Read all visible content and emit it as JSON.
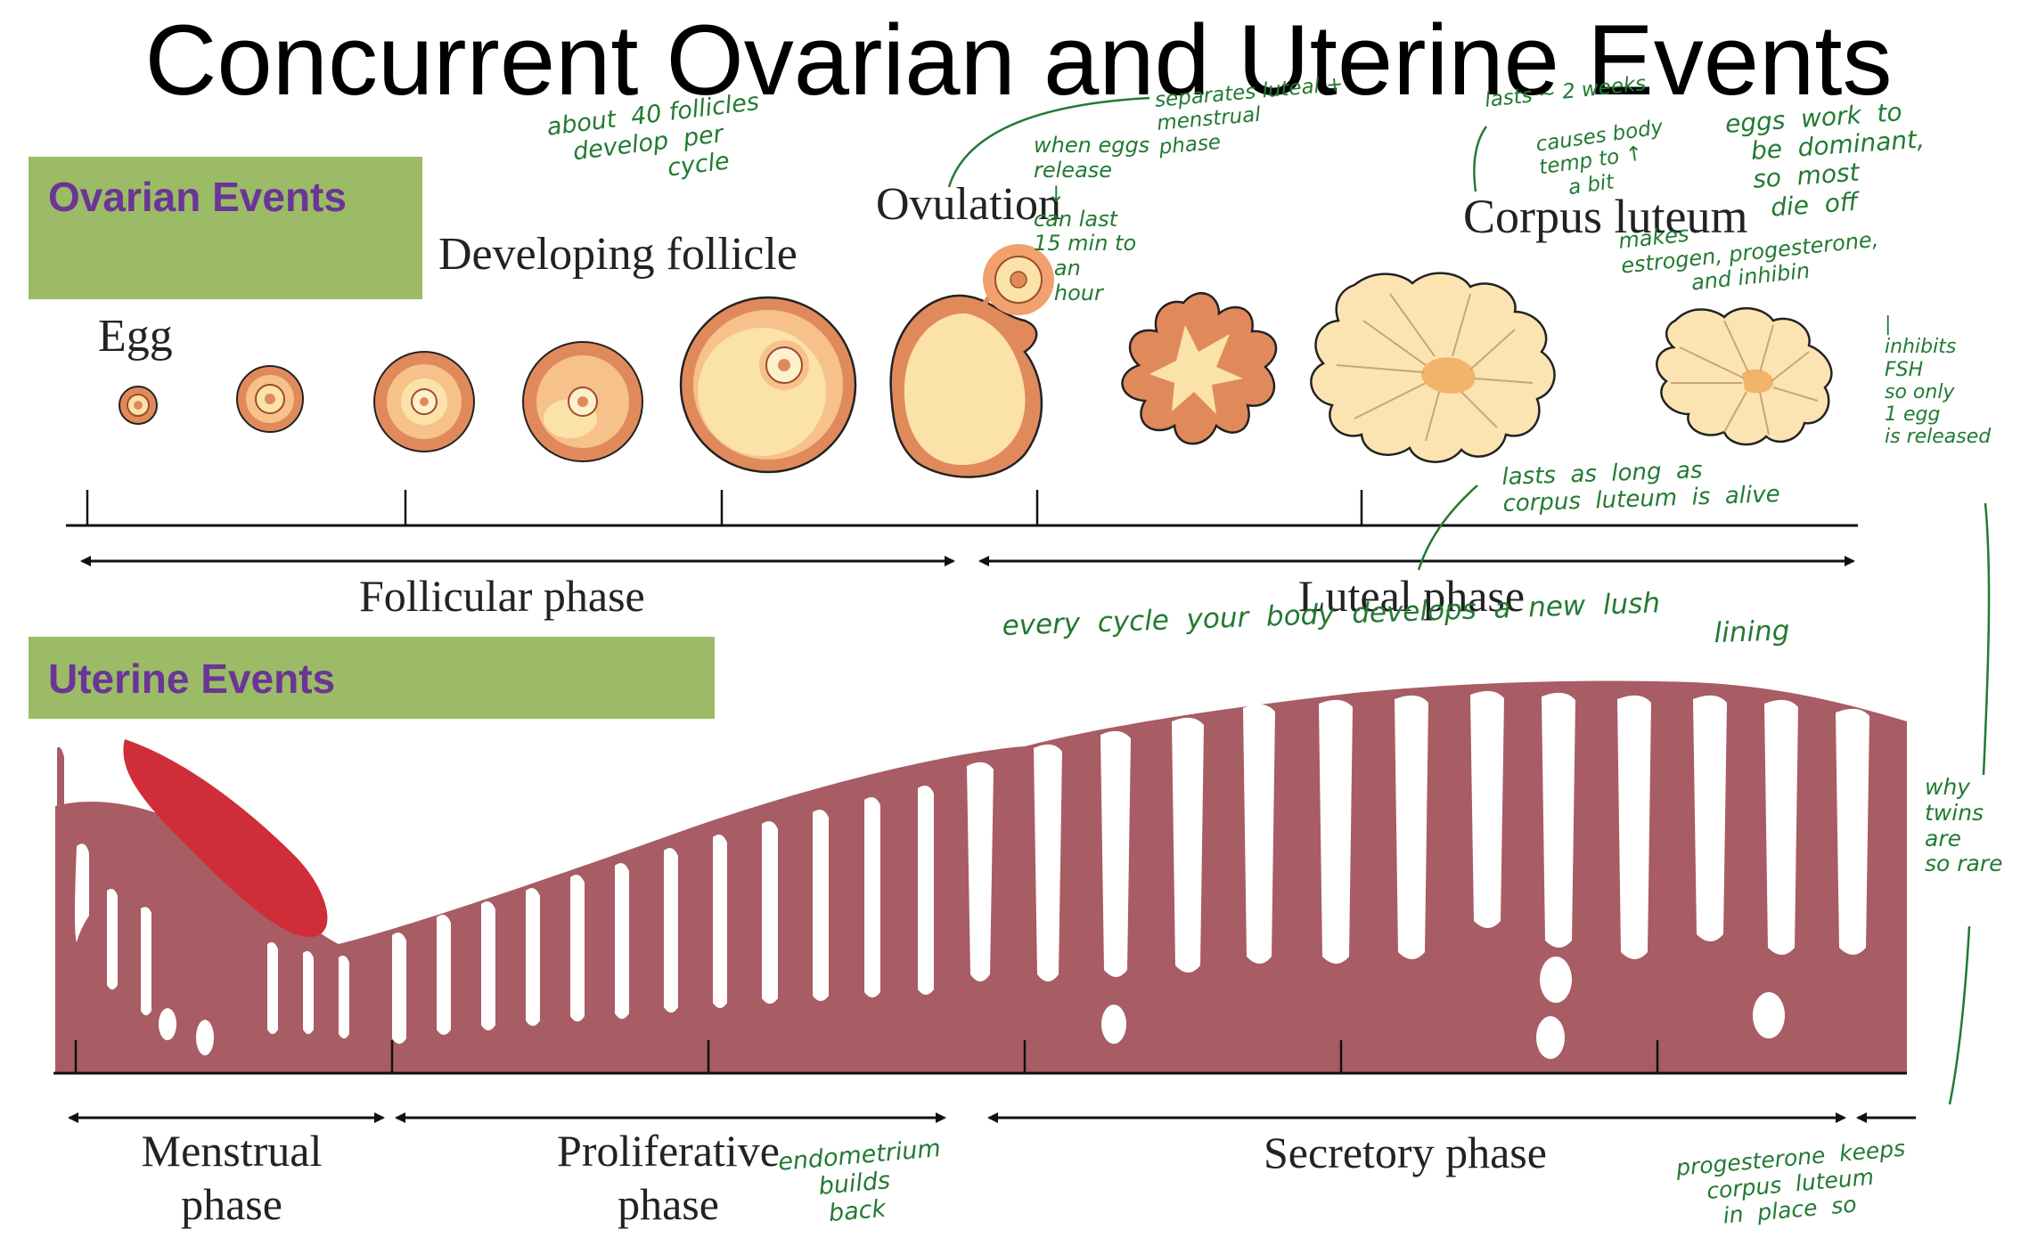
{
  "title": "Concurrent Ovarian and Uterine Events",
  "sections": {
    "ovarian": "Ovarian Events",
    "uterine": "Uterine Events"
  },
  "labels": {
    "egg": "Egg",
    "developing_follicle": "Developing follicle",
    "ovulation": "Ovulation",
    "corpus_luteum": "Corpus luteum",
    "follicular_phase": "Follicular phase",
    "luteal_phase": "Luteal phase",
    "menstrual_phase": "Menstrual phase",
    "proliferative_phase": "Proliferative phase",
    "secretory_phase": "Secretory phase"
  },
  "handwritten": {
    "follicles": "about  40 follicles\n   develop  per\n               cycle",
    "eggs_release": "when eggs\nrelease\n  ↓\ncan last\n15 min to\n   an\n   hour",
    "separates": "separates luteal +\nmenstrual\nphase",
    "lasts_weeks": "lasts ~ 2 weeks",
    "temp": "causes body\ntemp to ↑\n    a bit",
    "makes_hormones": "makes\nestrogen, progesterone,\n          and inhibin",
    "eggs_work": "eggs  work  to\n   be  dominant,\n   so  most\n     die  off",
    "inhibits": "|\ninhibits\nFSH\nso only\n1 egg\nis released",
    "lasts_as_long": "lasts  as  long  as\ncorpus  luteum  is  alive",
    "new_lining": "every  cycle  your  body  develops  a  new  lush\n                                                                                 lining",
    "twins": "why\ntwins\nare\nso rare",
    "endometrium": "endometrium\n     builds\n      back",
    "progesterone": "progesterone  keeps\n    corpus  luteum\n      in  place  so"
  },
  "colors": {
    "section_box": "#9bbb66",
    "section_text": "#6a3596",
    "endometrium": "#a85c64",
    "blood": "#cf2e38",
    "follicle_outer": "#e08a5c",
    "follicle_inner": "#fbe2a8",
    "corpus_luteum": "#fbe4b2",
    "annotation_ink": "#237a32"
  }
}
